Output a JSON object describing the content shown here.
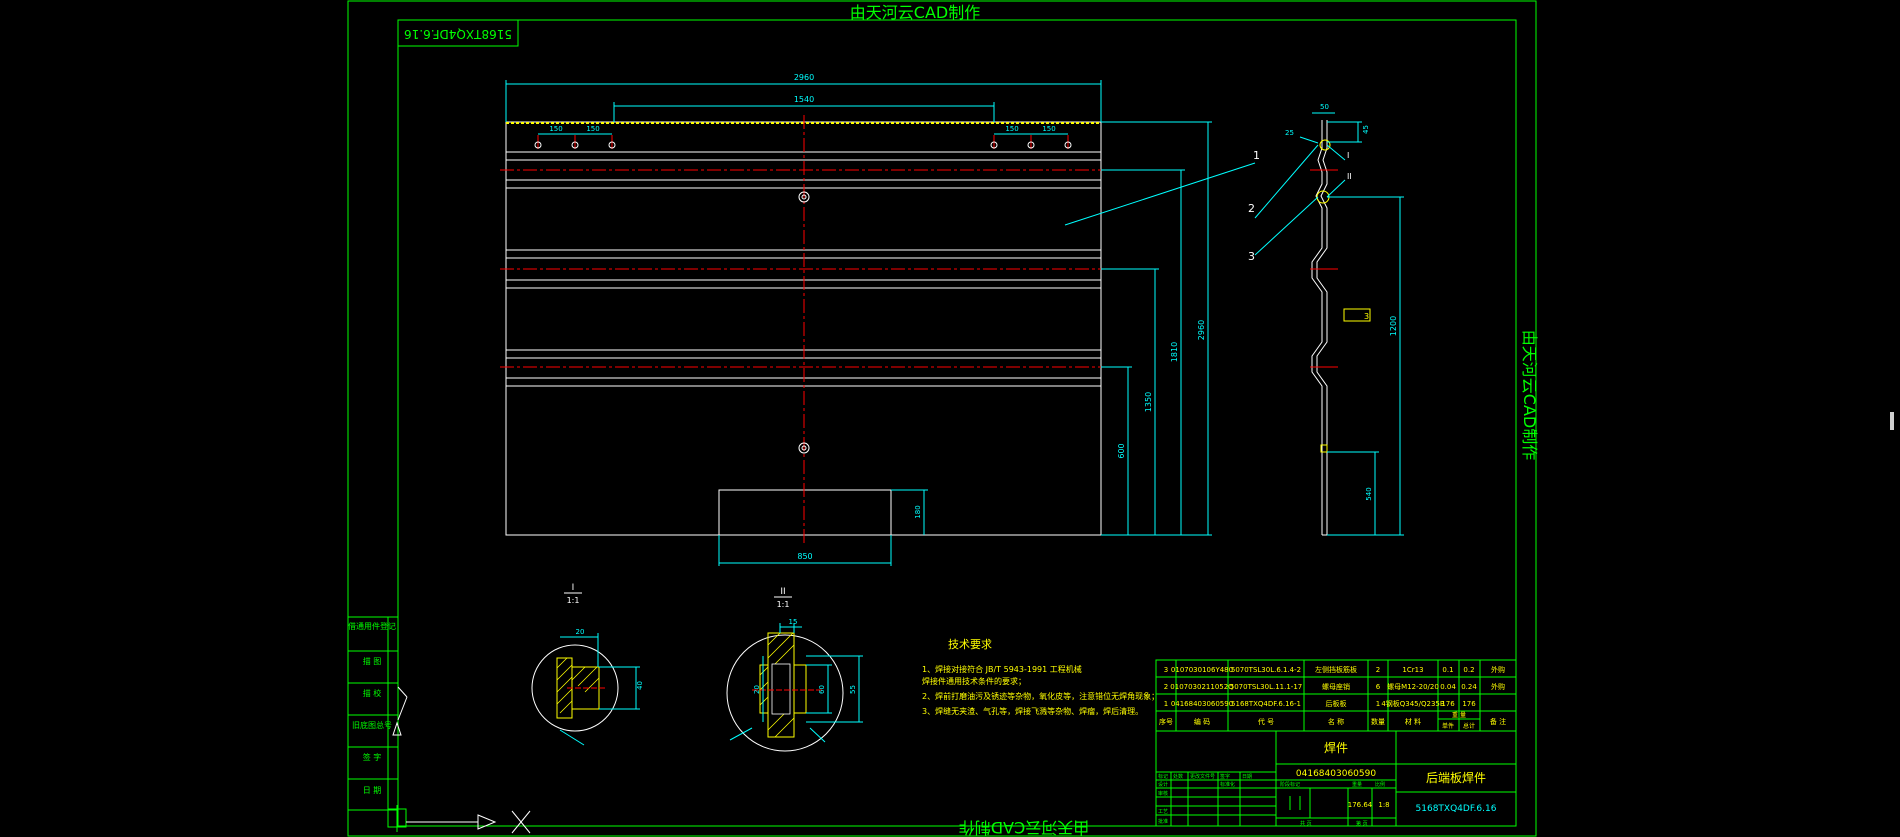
{
  "watermark": {
    "top": "由天河云CAD制作",
    "side": "由天河云CAD制作",
    "bottom": "由天河云CAD制作"
  },
  "drawing_code": "5168TXQ4DF.6.16",
  "colors": {
    "frame": "#00ff00",
    "geometry": "#ffffff",
    "dimension": "#00ffff",
    "centerline": "#ff0000",
    "leader": "#00ffff",
    "hatch": "#ffff00",
    "callout": "#ffff00",
    "text_yellow": "#ffff00"
  },
  "dims": {
    "overall_width": "2960",
    "inner_width": "1540",
    "hole_spacing": [
      "150",
      "150",
      "150",
      "150"
    ],
    "height_total": "2960",
    "height_b": "1810",
    "height_c": "1350",
    "height_d": "600",
    "tab_width": "850",
    "tab_height": "180",
    "side_top": "50",
    "side_offset": "25",
    "side_small": "45",
    "side_mid": "1200",
    "side_bottom": "540"
  },
  "callouts": [
    "1",
    "2",
    "3"
  ],
  "side_labels": {
    "c": "I",
    "c2": "II",
    "weld": "3"
  },
  "sections": [
    {
      "title": "I",
      "scale": "1:1",
      "dims": [
        "20",
        "40"
      ]
    },
    {
      "title": "II",
      "scale": "1:1",
      "dims": [
        "15",
        "20",
        "60",
        "55"
      ]
    }
  ],
  "tech": {
    "heading": "技术要求",
    "lines": [
      "1、焊接对接符合 JB/T 5943-1991 工程机械",
      "   焊接件通用技术条件的要求；",
      "2、焊前打磨油污及锈迹等杂物，氧化皮等，注意错位无焊角现象；",
      "3、焊缝无夹渣、气孔等，焊接飞溅等杂物、焊瘤，焊后清理。"
    ]
  },
  "left_strip": [
    "借通用件登记",
    "描 图",
    "描 校",
    "旧底图总号",
    "签 字",
    "日 期"
  ],
  "bom": {
    "rows": [
      {
        "seq": "3",
        "code": "0107030106Y480",
        "spec": "5070TSL30L.6.1.4-2",
        "name": "左侧挡板筋板",
        "qty": "2",
        "mat": "1Cr13",
        "w1": "0.1",
        "w2": "0.2",
        "note": "外购"
      },
      {
        "seq": "2",
        "code": "0107030211052Q",
        "spec": "5070TSL30L.11.1-17",
        "name": "螺母座销",
        "qty": "6",
        "mat": "螺母M12-20/20",
        "w1": "0.04",
        "w2": "0.24",
        "note": "外购"
      },
      {
        "seq": "1",
        "code": "04168403060590",
        "spec": "5168TXQ4DF.6.16-1",
        "name": "后板板",
        "qty": "1",
        "mat": "4钢板Q345/Q235B",
        "w1": "176",
        "w2": "176",
        "note": ""
      }
    ],
    "header": [
      "序号",
      "编 码",
      "代 号",
      "名 称",
      "数量",
      "材 料",
      "单件",
      "总计",
      "备 注"
    ],
    "header_weight": "重 量"
  },
  "title_block": {
    "type": "焊件",
    "code": "04168403060590",
    "name": "后端板焊件",
    "number": "5168TXQ4DF.6.16",
    "weight": "176.64",
    "scale": "1:8",
    "labels": [
      "标记",
      "处数",
      "更改文件号",
      "签字",
      "日期",
      "设计",
      "标准化",
      "审核",
      "工艺",
      "批准",
      "阶段标记",
      "重量",
      "比例",
      "共 页",
      "第 页"
    ]
  }
}
